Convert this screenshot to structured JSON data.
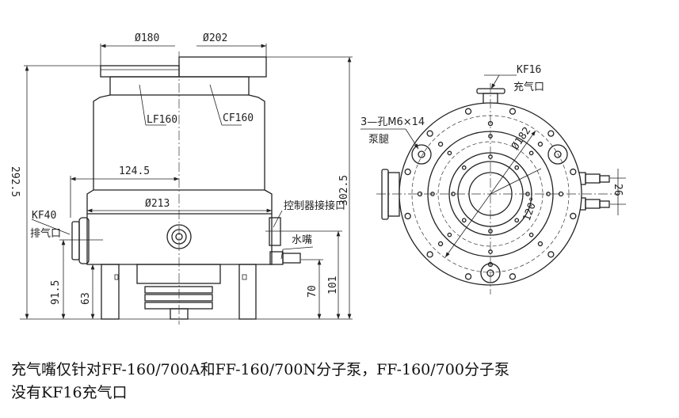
{
  "side_view": {
    "dim_180": "Ø180",
    "dim_202": "Ø202",
    "lf160": "LF160",
    "cf160": "CF160",
    "dim_124_5": "124.5",
    "dim_213": "Ø213",
    "kf40": "KF40",
    "exhaust": "排气口",
    "controller_port": "控制器接接口",
    "water_nozzle": "水嘴",
    "dim_292_5": "292.5",
    "dim_302_5": "302.5",
    "dim_91_5": "91.5",
    "dim_63": "63",
    "dim_70": "70",
    "dim_101": "101"
  },
  "top_view": {
    "kf16": "KF16",
    "vent_port": "充气口",
    "holes": "3—孔M6×14",
    "pump_legs": "泵腿",
    "dim_182": "Ø182",
    "angle_120": "120°",
    "dim_26": "26"
  },
  "caption": {
    "line1": "充气嘴仅针对FF-160/700A和FF-160/700N分子泵，FF-160/700分子泵",
    "line2": "没有KF16充气口"
  }
}
